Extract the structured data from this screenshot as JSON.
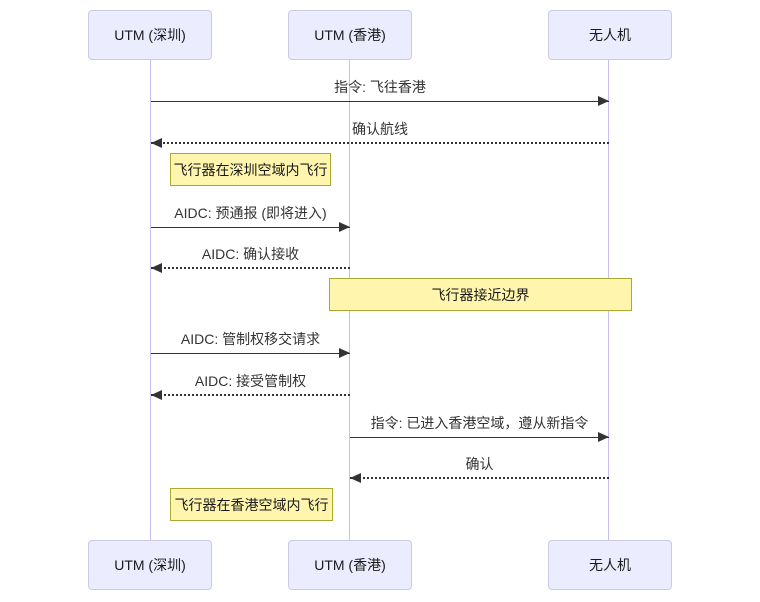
{
  "palette": {
    "background": "#ffffff",
    "actor_fill": "#ECECFF",
    "actor_border": "#c9c9e8",
    "note_fill": "#fff5ad",
    "note_border": "#aaaa33",
    "message_color": "#333333",
    "lifeline_color": "#cbbcf2"
  },
  "actors": [
    {
      "id": "utm-shenzhen",
      "label": "UTM (深圳)"
    },
    {
      "id": "utm-hongkong",
      "label": "UTM (香港)"
    },
    {
      "id": "drone",
      "label": "无人机"
    }
  ],
  "messages": [
    {
      "text": "指令: 飞往香港",
      "from": "utm-shenzhen",
      "to": "drone",
      "style": "solid"
    },
    {
      "text": "确认航线",
      "from": "drone",
      "to": "utm-shenzhen",
      "style": "dashed"
    },
    {
      "text": "AIDC: 预通报 (即将进入)",
      "from": "utm-shenzhen",
      "to": "utm-hongkong",
      "style": "solid"
    },
    {
      "text": "AIDC: 确认接收",
      "from": "utm-hongkong",
      "to": "utm-shenzhen",
      "style": "dashed"
    },
    {
      "text": "AIDC: 管制权移交请求",
      "from": "utm-shenzhen",
      "to": "utm-hongkong",
      "style": "solid"
    },
    {
      "text": "AIDC: 接受管制权",
      "from": "utm-hongkong",
      "to": "utm-shenzhen",
      "style": "dashed"
    },
    {
      "text": "指令: 已进入香港空域，遵从新指令",
      "from": "utm-hongkong",
      "to": "drone",
      "style": "solid"
    },
    {
      "text": "确认",
      "from": "drone",
      "to": "utm-hongkong",
      "style": "dashed"
    }
  ],
  "notes": [
    {
      "text": "飞行器在深圳空域内飞行",
      "position": "right of utm-shenzhen"
    },
    {
      "text": "飞行器接近边界",
      "position": "over utm-hongkong, drone"
    },
    {
      "text": "飞行器在香港空域内飞行",
      "position": "right of utm-shenzhen"
    }
  ]
}
